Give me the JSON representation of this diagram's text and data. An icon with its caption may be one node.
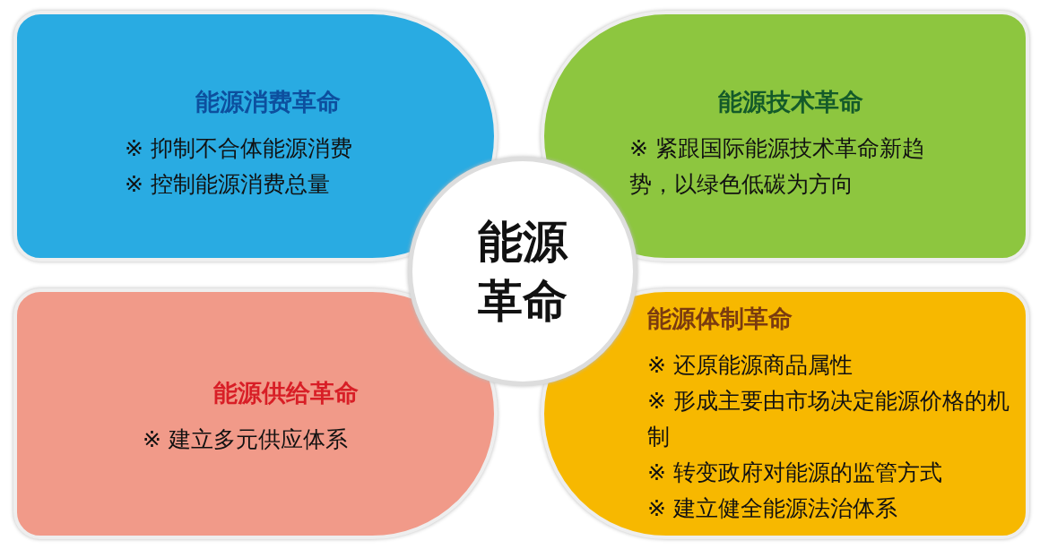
{
  "diagram": {
    "nodes": [
      {
        "text": [
          "能源消费革命",
          "※ 抑制不合体能源消费",
          "※ 控制能源消费总量"
        ]
      },
      {
        "text": [
          "能源技术革命",
          "※ 紧跟国际能源技术革命新趋势，以绿色低碳为方向"
        ]
      },
      {
        "text": [
          "能源革命"
        ]
      },
      {
        "text": [
          "能源供给革命",
          "※ 建立多元供应体系"
        ]
      },
      {
        "text": [
          "能源体制革命",
          "※ 还原能源商品属性",
          "※ 形成主要由市场决定能源价格的机制",
          "※ 转变政府对能源的监管方式",
          "※ 建立健全能源法治体系"
        ]
      }
    ],
    "edges": []
  }
}
